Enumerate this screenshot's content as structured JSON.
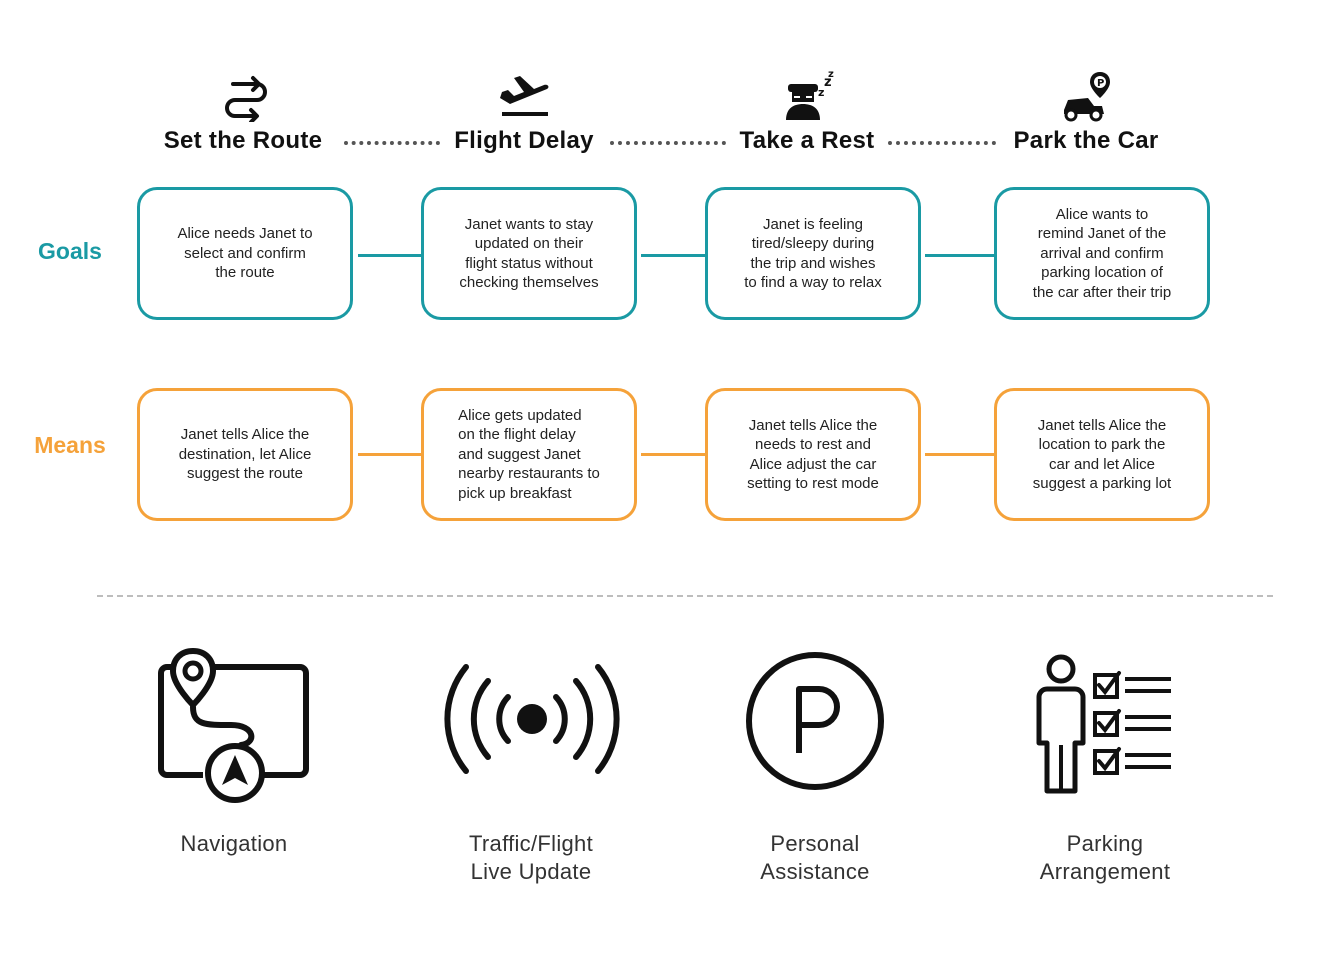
{
  "stages": [
    {
      "title": "Set the Route",
      "icon": "route-icon"
    },
    {
      "title": "Flight Delay",
      "icon": "plane-departure-icon"
    },
    {
      "title": "Take a Rest",
      "icon": "sleeping-driver-icon"
    },
    {
      "title": "Park the Car",
      "icon": "car-parking-pin-icon"
    }
  ],
  "rows": {
    "goals_label": "Goals",
    "means_label": "Means"
  },
  "goals": [
    "Alice needs Janet  to\nselect and confirm\nthe route",
    "Janet wants to stay\nupdated on their\nflight status without\nchecking themselves",
    "Janet is feeling\ntired/sleepy during\nthe trip and wishes\nto find a way to relax",
    "Alice wants to\nremind Janet of the\narrival and confirm\nparking location of\nthe car after their trip"
  ],
  "means": [
    "Janet tells Alice the\ndestination, let Alice\nsuggest the route",
    "Alice  gets updated\non the flight delay\nand suggest Janet\nnearby restaurants to\npick up breakfast",
    "Janet tells Alice the\nneeds to rest and\nAlice adjust the car\nsetting to rest mode",
    "Janet tells Alice the\nlocation to park the\ncar and let Alice\nsuggest a parking lot"
  ],
  "features": [
    {
      "label": "Navigation",
      "icon": "navigation-map-icon"
    },
    {
      "label": "Traffic/Flight\nLive Update",
      "icon": "live-broadcast-icon"
    },
    {
      "label": "Personal\nAssistance",
      "icon": "parking-circle-icon"
    },
    {
      "label": "Parking\nArrangement",
      "icon": "person-checklist-icon"
    }
  ],
  "colors": {
    "goals": "#1a9aa4",
    "means": "#f5a23a",
    "text": "#111111"
  }
}
